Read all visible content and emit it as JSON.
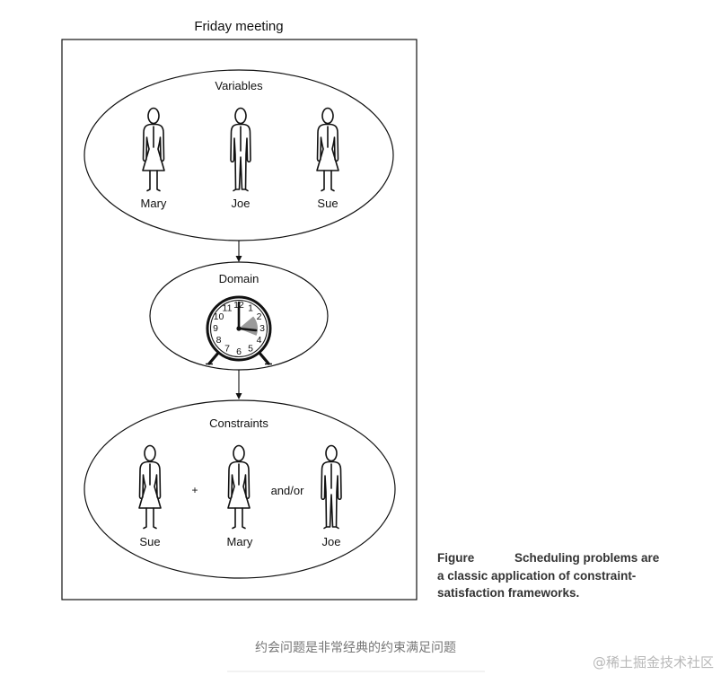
{
  "title": "Friday meeting",
  "variables": {
    "label": "Variables",
    "people": [
      {
        "name": "Mary",
        "figure": "female-figure-icon"
      },
      {
        "name": "Joe",
        "figure": "male-figure-icon"
      },
      {
        "name": "Sue",
        "figure": "female-figure-icon"
      }
    ]
  },
  "domain": {
    "label": "Domain",
    "figure": "alarm-clock-icon",
    "clock_numbers": [
      "12",
      "1",
      "2",
      "3",
      "4",
      "5",
      "6",
      "7",
      "8",
      "9",
      "10",
      "11"
    ]
  },
  "constraints": {
    "label": "Constraints",
    "people": [
      {
        "name": "Sue",
        "figure": "female-figure-icon"
      },
      {
        "name": "Mary",
        "figure": "female-figure-icon"
      },
      {
        "name": "Joe",
        "figure": "male-figure-icon"
      }
    ],
    "operators": [
      "+",
      "and/or"
    ]
  },
  "caption": {
    "label": "Figure",
    "lines": [
      "Scheduling problems are",
      "a classic application of constraint-",
      "satisfaction frameworks."
    ]
  },
  "note": "约会问题是非常经典的约束满足问题",
  "watermark": "@稀土掘金技术社区",
  "colors": {
    "ink": "#111111",
    "clock_wedge": "#9a9a9a",
    "caption_text": "#333333",
    "note_text": "#777777",
    "watermark_text": "#b8b8b8"
  }
}
